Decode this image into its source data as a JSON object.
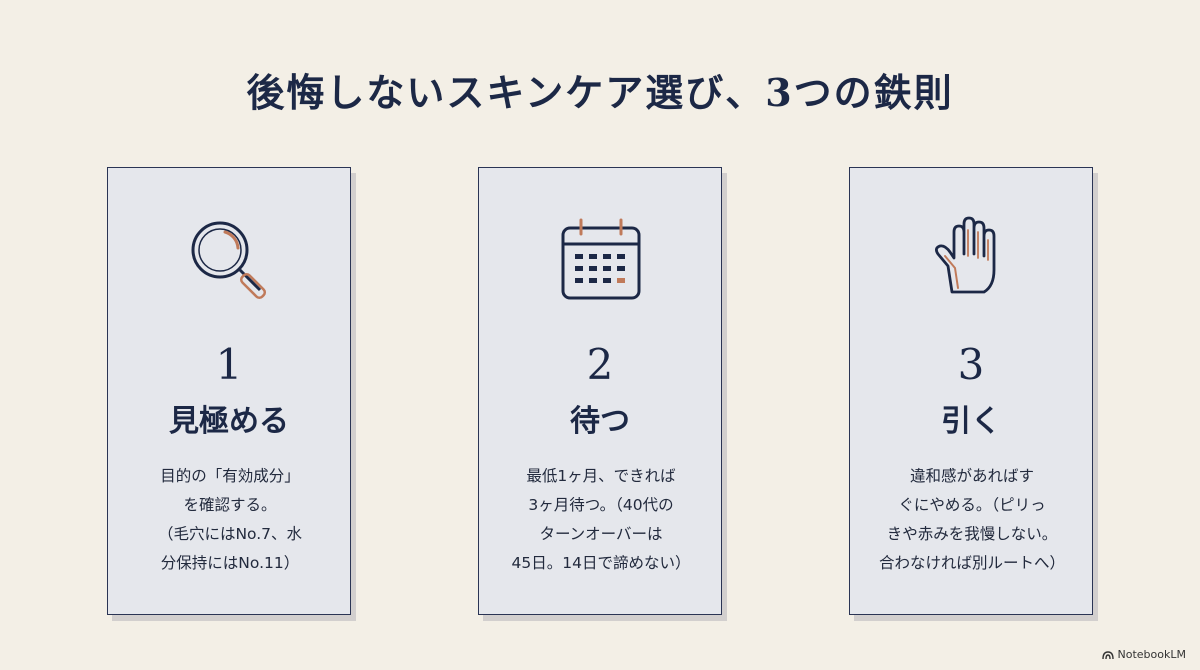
{
  "title": "後悔しないスキンケア選び、3つの鉄則",
  "cards": [
    {
      "icon": "magnifier-icon",
      "number": "1",
      "heading": "見極める",
      "lines": [
        "目的の「有効成分」",
        "を確認する。",
        "（毛穴にはNo.7、水",
        "分保持にはNo.11）"
      ]
    },
    {
      "icon": "calendar-icon",
      "number": "2",
      "heading": "待つ",
      "lines": [
        "最低1ヶ月、できれば",
        "3ヶ月待つ。（40代の",
        "ターンオーバーは",
        "45日。14日で諦めない）"
      ]
    },
    {
      "icon": "hand-stop-icon",
      "number": "3",
      "heading": "引く",
      "lines": [
        "違和感があればす",
        "ぐにやめる。（ピリっ",
        "きや赤みを我慢しない。",
        "合わなければ別ルートへ）"
      ]
    }
  ],
  "brand": "NotebookLM",
  "colors": {
    "background": "#f3efe6",
    "card": "#e5e7ec",
    "navy": "#1c2846",
    "copper": "#c07a5a"
  }
}
